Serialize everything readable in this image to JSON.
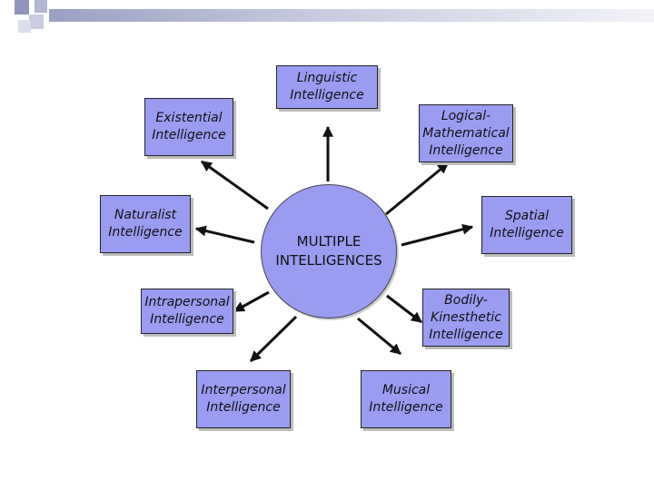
{
  "diagram": {
    "center": "MULTIPLE\nINTELLIGENCES",
    "nodes": {
      "linguistic": "Linguistic\nIntelligence",
      "existential": "Existential\nIntelligence",
      "logical_mathematical": "Logical-\nMathematical\nIntelligence",
      "naturalist": "Naturalist\nIntelligence",
      "spatial": "Spatial\nIntelligence",
      "intrapersonal": "Intrapersonal\nIntelligence",
      "bodily_kinesthetic": "Bodily-\nKinesthetic\nIntelligence",
      "interpersonal": "Interpersonal\nIntelligence",
      "musical": "Musical\nIntelligence"
    }
  },
  "colors": {
    "box_fill": "#9a9cf2",
    "top_bar": "#9aa0c4",
    "decor_squares": [
      "#8f95bf",
      "#c9cce0",
      "#b3b7d4"
    ]
  }
}
